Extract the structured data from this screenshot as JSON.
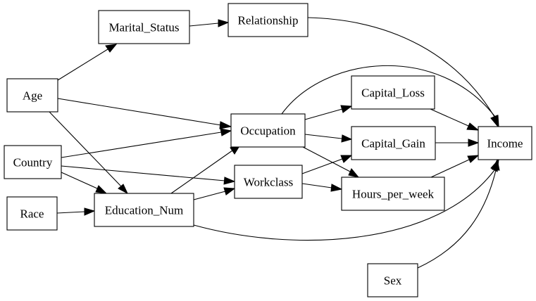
{
  "graph": {
    "nodes": [
      {
        "id": "age",
        "label": "Age"
      },
      {
        "id": "country",
        "label": "Country"
      },
      {
        "id": "race",
        "label": "Race"
      },
      {
        "id": "marital_status",
        "label": "Marital_Status"
      },
      {
        "id": "relationship",
        "label": "Relationship"
      },
      {
        "id": "education_num",
        "label": "Education_Num"
      },
      {
        "id": "occupation",
        "label": "Occupation"
      },
      {
        "id": "workclass",
        "label": "Workclass"
      },
      {
        "id": "capital_loss",
        "label": "Capital_Loss"
      },
      {
        "id": "capital_gain",
        "label": "Capital_Gain"
      },
      {
        "id": "hours_per_week",
        "label": "Hours_per_week"
      },
      {
        "id": "income",
        "label": "Income"
      },
      {
        "id": "sex",
        "label": "Sex"
      }
    ],
    "edges": [
      {
        "from": "age",
        "to": "marital_status"
      },
      {
        "from": "age",
        "to": "occupation"
      },
      {
        "from": "age",
        "to": "education_num"
      },
      {
        "from": "marital_status",
        "to": "relationship"
      },
      {
        "from": "relationship",
        "to": "income"
      },
      {
        "from": "country",
        "to": "occupation"
      },
      {
        "from": "country",
        "to": "workclass"
      },
      {
        "from": "country",
        "to": "education_num"
      },
      {
        "from": "race",
        "to": "education_num"
      },
      {
        "from": "education_num",
        "to": "occupation"
      },
      {
        "from": "education_num",
        "to": "workclass"
      },
      {
        "from": "education_num",
        "to": "income"
      },
      {
        "from": "occupation",
        "to": "capital_loss"
      },
      {
        "from": "occupation",
        "to": "capital_gain"
      },
      {
        "from": "occupation",
        "to": "hours_per_week"
      },
      {
        "from": "occupation",
        "to": "income"
      },
      {
        "from": "workclass",
        "to": "capital_gain"
      },
      {
        "from": "workclass",
        "to": "hours_per_week"
      },
      {
        "from": "capital_loss",
        "to": "income"
      },
      {
        "from": "capital_gain",
        "to": "income"
      },
      {
        "from": "hours_per_week",
        "to": "income"
      },
      {
        "from": "sex",
        "to": "income"
      }
    ]
  }
}
